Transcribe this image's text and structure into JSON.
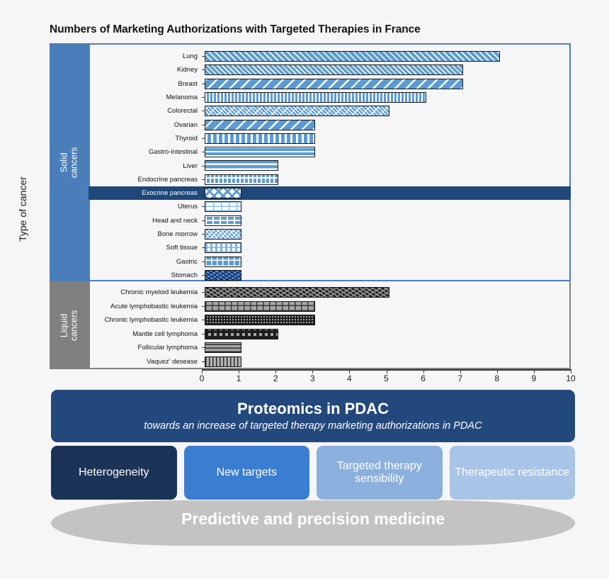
{
  "chart_title": "Numbers of Marketing Authorizations with Targeted Therapies in France",
  "axis_title_y": "Type of cancer",
  "groups": {
    "solid": "Solid\ncancers",
    "solid_line1": "Solid",
    "solid_line2": "cancers",
    "liquid_line1": "Liquid",
    "liquid_line2": "cancers"
  },
  "xaxis": {
    "ticks": [
      "0",
      "1",
      "2",
      "3",
      "4",
      "5",
      "6",
      "7",
      "8",
      "9",
      "10"
    ],
    "min": 0,
    "max": 10
  },
  "banner": {
    "title": "Proteomics in PDAC",
    "subtitle": "towards an increase of targeted therapy marketing authorizations in PDAC"
  },
  "boxes": [
    {
      "label": "Heterogeneity",
      "color": "#1b3357"
    },
    {
      "label": "New targets",
      "color": "#3b7dd0"
    },
    {
      "label": "Targeted therapy sensibility",
      "color": "#8cb0de"
    },
    {
      "label": "Therapeutic resistance",
      "color": "#a8c4e6"
    }
  ],
  "arrow": {
    "label": "Predictive and precision medicine",
    "color": "#c3c3c3"
  },
  "colors": {
    "solid_band": "#4a7ebb",
    "liquid_band": "#808080",
    "bar_blue": "#5b9bd5",
    "bar_gray": "#a6a6a6",
    "highlight_row": "#1f4779",
    "banner": "#23487c"
  },
  "chart_data": {
    "type": "bar",
    "title": "Numbers of Marketing Authorizations with Targeted Therapies in France",
    "xlabel": "",
    "ylabel": "Type of cancer",
    "xlim": [
      0,
      10
    ],
    "grid": false,
    "legend": "none",
    "orientation": "horizontal",
    "groups": [
      {
        "name": "Solid cancers",
        "categories": [
          "Lung",
          "Kidney",
          "Breast",
          "Melanoma",
          "Colorectal",
          "Ovarian",
          "Thyroid",
          "Gastro-intestinal",
          "Liver",
          "Endocrine  pancreas",
          "Exocrine pancreas",
          "Uterus",
          "Head  and neck",
          "Bone morrow",
          "Soft  tissue",
          "Gastric",
          "Stomach"
        ],
        "values": [
          8,
          7,
          7,
          6,
          5,
          3,
          3,
          3,
          2,
          2,
          1,
          1,
          1,
          1,
          1,
          1,
          1
        ],
        "patterns": [
          "p-diag-thin",
          "p-diag-thin2",
          "p-diag-wide",
          "p-vert-dense",
          "p-diag-cross",
          "p-diag-wide",
          "p-vert-wide",
          "p-horiz",
          "p-horiz2",
          "p-grid-sm",
          "p-diamond",
          "p-brick-lt",
          "p-brick-dk",
          "p-confetti",
          "p-dash-lt",
          "p-dots",
          "p-speckle"
        ],
        "highlight": "Exocrine pancreas"
      },
      {
        "name": "Liquid cancers",
        "categories": [
          "Chronic myeloid  leukemia",
          "Acute lymphobastic  leukemia",
          "Chronic lymphobastic  leukemia",
          "Mantle  cell lymphoma",
          "Follicular  lymphoma",
          "Vaquez' desease"
        ],
        "values": [
          5,
          3,
          3,
          2,
          1,
          1
        ],
        "patterns": [
          "g-speckle",
          "g-dots",
          "g-check-sm",
          "g-check-lg",
          "g-horiz",
          "g-vert"
        ]
      }
    ]
  }
}
